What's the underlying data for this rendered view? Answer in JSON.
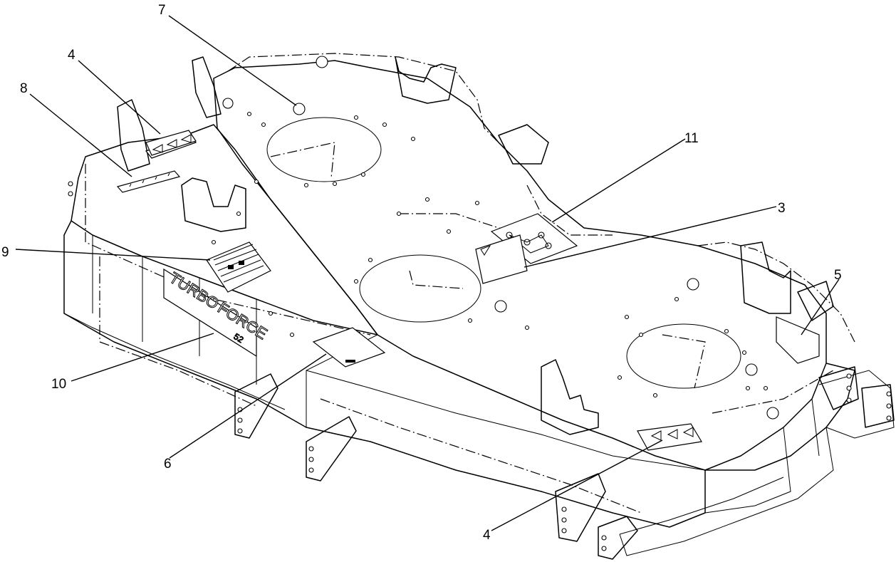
{
  "brand": {
    "name_part1": "TURBO",
    "name_part2": "FORCE",
    "size": "52"
  },
  "callouts": [
    {
      "id": "c7",
      "label": "7"
    },
    {
      "id": "c4a",
      "label": "4"
    },
    {
      "id": "c8",
      "label": "8"
    },
    {
      "id": "c11",
      "label": "11"
    },
    {
      "id": "c3",
      "label": "3"
    },
    {
      "id": "c9",
      "label": "9"
    },
    {
      "id": "c5",
      "label": "5"
    },
    {
      "id": "c10",
      "label": "10"
    },
    {
      "id": "c6",
      "label": "6"
    },
    {
      "id": "c4b",
      "label": "4"
    }
  ]
}
